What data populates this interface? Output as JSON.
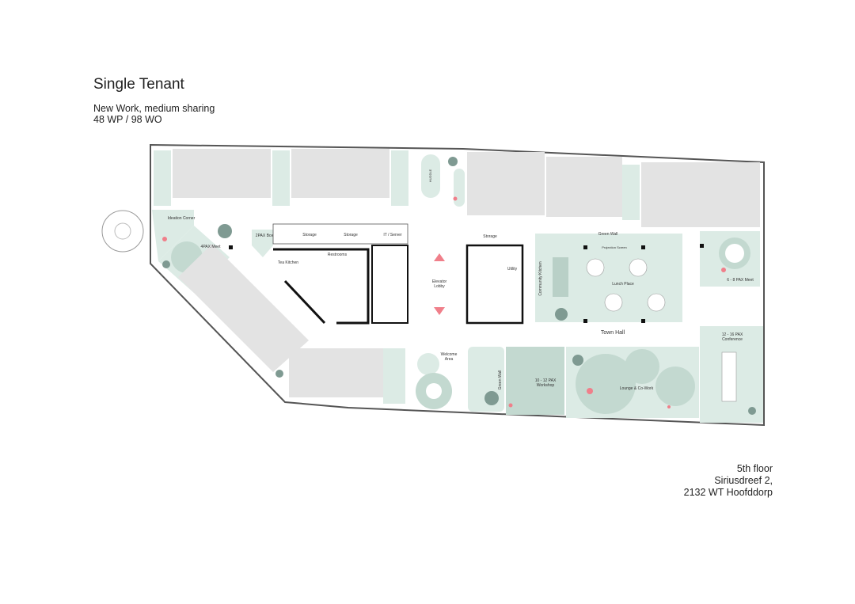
{
  "header": {
    "title": "Single Tenant",
    "concept": "New Work, medium sharing",
    "capacity": "48 WP / 98 WO"
  },
  "footer": {
    "floor": "5th floor",
    "street": "Siriusdreef 2,",
    "city": "2132 WT Hoofddorp"
  },
  "rooms": {
    "ideation": "Ideation Corner",
    "meet4": "4PAX Meet",
    "box2": "2PAX Box",
    "storage1": "Storage",
    "storage2": "Storage",
    "it": "IT / Server",
    "tea": "Tea Kitchen",
    "restrooms": "Restrooms",
    "elevator": "Elevator Lobby",
    "storage3": "Storage",
    "utility": "Utility",
    "greenwall1": "Green Wall",
    "projection": "Projection Screen",
    "community": "Community Kitchen",
    "lunch": "Lunch Place",
    "meet68": "6 - 8 PAX Meet",
    "townhall": "Town Hall",
    "conf": "12 - 16 PAX Conference",
    "welcome": "Welcome Area",
    "greenwall2": "Green Wall",
    "workshop": "10 - 12 PAX Workshop",
    "lounge": "Lounge & Co-Work",
    "huddle": "HUDDLE"
  },
  "colors": {
    "desk_zone": "#e3e3e3",
    "mint": "#dcebe5",
    "mint_dark": "#c3d9d0",
    "accent": "#f07f8a",
    "plant": "#7f9a92",
    "wall": "#111111"
  }
}
